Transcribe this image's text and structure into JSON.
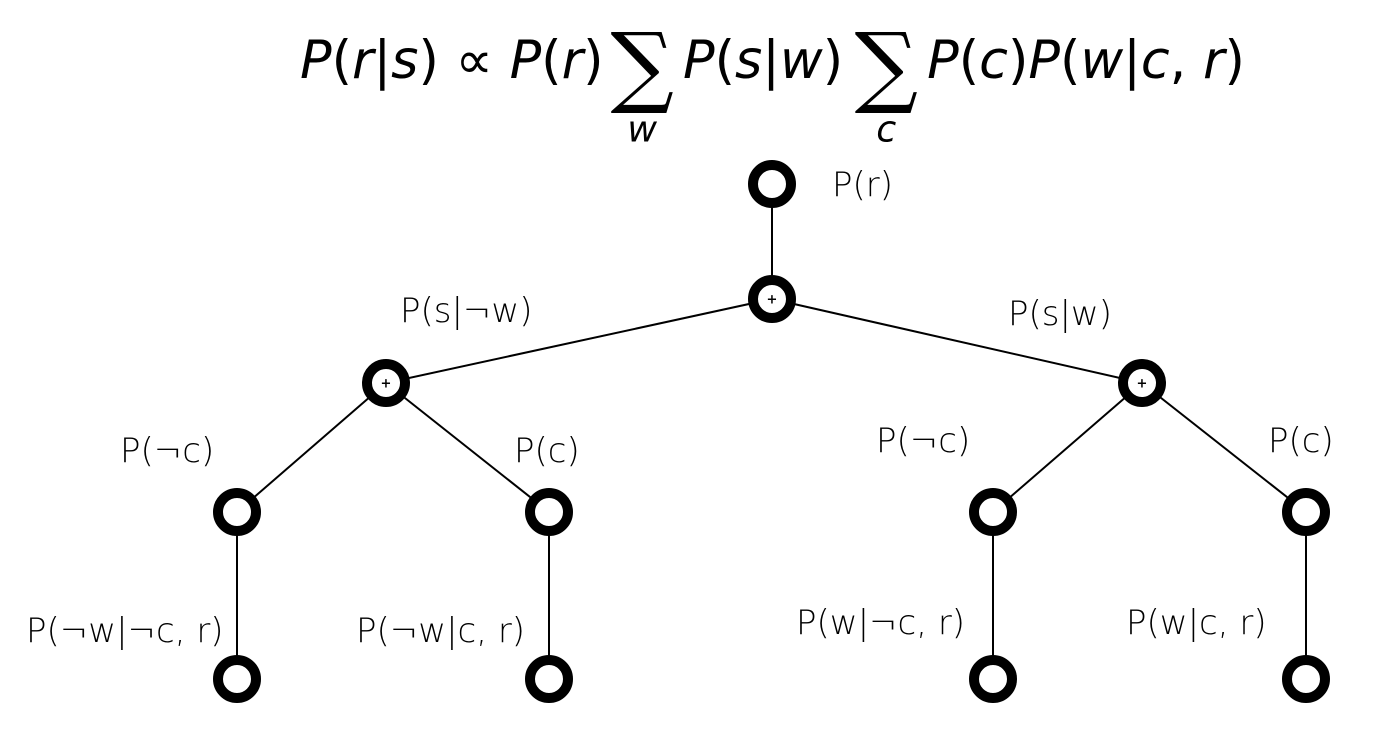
{
  "formula": {
    "tokens": [
      {
        "t": "P",
        "cls": "eq-it"
      },
      {
        "t": "(",
        "cls": "eq"
      },
      {
        "t": "r",
        "cls": "eq-it"
      },
      {
        "t": "|",
        "cls": "eq"
      },
      {
        "t": "s",
        "cls": "eq-it"
      },
      {
        "t": ")",
        "cls": "eq"
      },
      {
        "t": " ∝ ",
        "cls": "eq"
      },
      {
        "t": "P",
        "cls": "eq-it"
      },
      {
        "t": "(",
        "cls": "eq"
      },
      {
        "t": "r",
        "cls": "eq-it"
      },
      {
        "t": ")",
        "cls": "eq"
      }
    ],
    "sum1_symbol": "∑",
    "sum1_index": "w",
    "middle_tokens": [
      {
        "t": "P",
        "cls": "eq-it"
      },
      {
        "t": "(",
        "cls": "eq"
      },
      {
        "t": "s",
        "cls": "eq-it"
      },
      {
        "t": "|",
        "cls": "eq"
      },
      {
        "t": "w",
        "cls": "eq-it"
      },
      {
        "t": ")",
        "cls": "eq"
      }
    ],
    "sum2_symbol": "∑",
    "sum2_index": "c",
    "tail_tokens": [
      {
        "t": "P",
        "cls": "eq-it"
      },
      {
        "t": "(",
        "cls": "eq"
      },
      {
        "t": "c",
        "cls": "eq-it"
      },
      {
        "t": ")",
        "cls": "eq"
      },
      {
        "t": "P",
        "cls": "eq-it"
      },
      {
        "t": "(",
        "cls": "eq"
      },
      {
        "t": "w",
        "cls": "eq-it"
      },
      {
        "t": "|",
        "cls": "eq"
      },
      {
        "t": "c",
        "cls": "eq-it"
      },
      {
        "t": ", ",
        "cls": "eq"
      },
      {
        "t": "r",
        "cls": "eq-it"
      },
      {
        "t": ")",
        "cls": "eq"
      }
    ]
  },
  "tree": {
    "nodes": [
      {
        "id": "root",
        "label": "P(r)",
        "plus": false
      },
      {
        "id": "sum-w",
        "label": "",
        "plus": true
      },
      {
        "id": "sum-c-left",
        "label": "P(s|¬w)",
        "plus": true
      },
      {
        "id": "sum-c-right",
        "label": "P(s|w)",
        "plus": true
      },
      {
        "id": "c-left-neg",
        "label": "P(¬c)",
        "plus": false
      },
      {
        "id": "c-left-pos",
        "label": "P(c)",
        "plus": false
      },
      {
        "id": "c-right-neg",
        "label": "P(¬c)",
        "plus": false
      },
      {
        "id": "c-right-pos",
        "label": "P(c)",
        "plus": false
      },
      {
        "id": "leaf-1",
        "label": "P(¬w|¬c, r)",
        "plus": false
      },
      {
        "id": "leaf-2",
        "label": "P(¬w|c, r)",
        "plus": false
      },
      {
        "id": "leaf-3",
        "label": "P(w|¬c, r)",
        "plus": false
      },
      {
        "id": "leaf-4",
        "label": "P(w|c, r)",
        "plus": false
      }
    ],
    "plus_symbol": "+",
    "edges": [
      [
        "root",
        "sum-w"
      ],
      [
        "sum-w",
        "sum-c-left"
      ],
      [
        "sum-w",
        "sum-c-right"
      ],
      [
        "sum-c-left",
        "c-left-neg"
      ],
      [
        "sum-c-left",
        "c-left-pos"
      ],
      [
        "sum-c-right",
        "c-right-neg"
      ],
      [
        "sum-c-right",
        "c-right-pos"
      ],
      [
        "c-left-neg",
        "leaf-1"
      ],
      [
        "c-left-pos",
        "leaf-2"
      ],
      [
        "c-right-neg",
        "leaf-3"
      ],
      [
        "c-right-pos",
        "leaf-4"
      ]
    ]
  }
}
